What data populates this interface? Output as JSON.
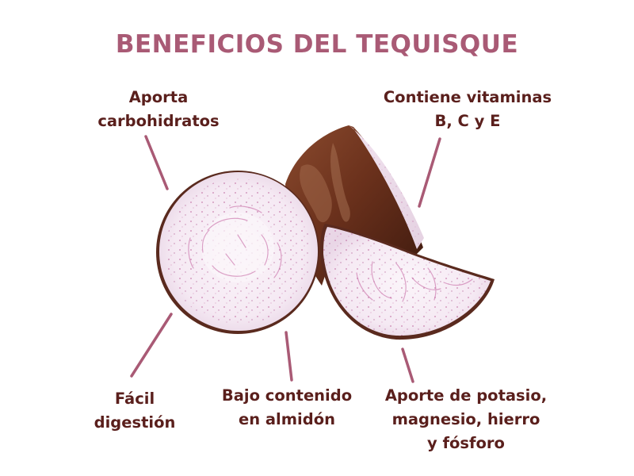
{
  "title": "BENEFICIOS DEL TEQUISQUE",
  "colors": {
    "title": "#a95a75",
    "label_text": "#5a1f1c",
    "connector": "#a95a75",
    "background": "#ffffff",
    "taro_flesh": "#f7eef6",
    "taro_speckle": "#b24a8a",
    "taro_skin": "#6e3620"
  },
  "benefits": [
    {
      "id": "carbohidratos",
      "lines": [
        "Aporta",
        "carbohidratos"
      ]
    },
    {
      "id": "vitaminas",
      "lines": [
        "Contiene vitaminas",
        "B, C y E"
      ]
    },
    {
      "id": "digestion",
      "lines": [
        "Fácil",
        "digestión"
      ]
    },
    {
      "id": "almidon",
      "lines": [
        "Bajo contenido",
        "en almidón"
      ]
    },
    {
      "id": "minerales",
      "lines": [
        "Aporte de potasio,",
        "magnesio, hierro",
        "y fósforo"
      ]
    }
  ],
  "image": {
    "subject": "taro-root-cut-pieces",
    "pieces": [
      "round-slice",
      "half-root-with-skin",
      "half-slice"
    ]
  }
}
